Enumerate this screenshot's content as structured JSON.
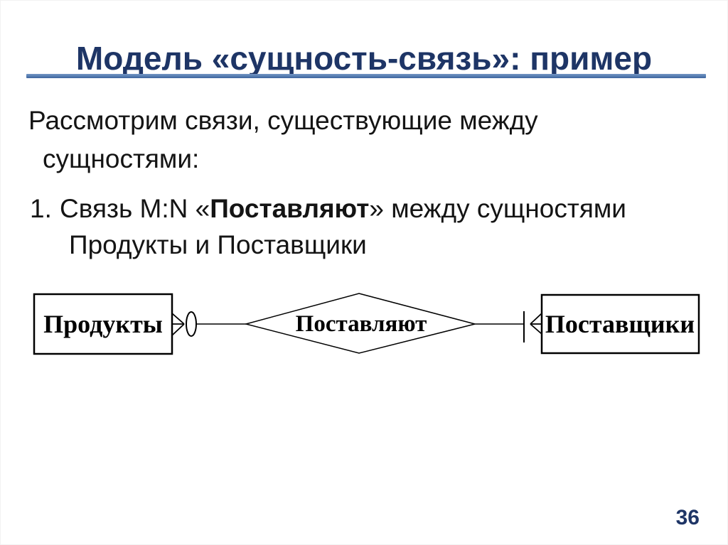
{
  "slide": {
    "title": "Модель «сущность-связь»: пример",
    "page_number": "36",
    "colors": {
      "title_text": "#1e3566",
      "accent_rule": "#557db1",
      "body_text": "#141414",
      "diagram_stroke": "#000000",
      "background": "#ffffff"
    }
  },
  "body": {
    "paragraph_line1": "Рассмотрим связи, существующие между",
    "paragraph_line2": "сущностями:",
    "list_item": {
      "number": "1.",
      "text_before": "Связь M:N «",
      "text_bold": "Поставляют",
      "text_after": "» между сущностями",
      "line2": "Продукты и Поставщики"
    }
  },
  "diagram": {
    "entity_left": "Продукты",
    "relationship": "Поставляют",
    "entity_right": "Поставщики",
    "left_connector": "crow-foot-with-optional-oval",
    "right_connector": "bar-with-crow-foot",
    "cardinality": "M:N"
  }
}
